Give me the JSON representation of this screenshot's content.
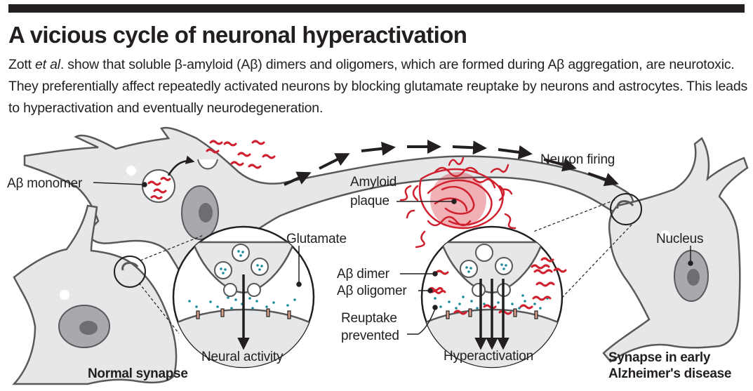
{
  "figure": {
    "title": "A vicious cycle of neuronal hyperactivation",
    "caption": {
      "author": "Zott",
      "author_suffix": "et al",
      "text": ". show that soluble β-amyloid (Aβ) dimers and oligomers, which are formed during Aβ aggregation, are neurotoxic. They preferentially affect repeatedly activated neurons by blocking glutamate reuptake by neurons and astrocytes. This leads to hyperactivation and eventually neurodegeneration."
    }
  },
  "labels": {
    "ab_monomer": "Aβ monomer",
    "amyloid_plaque_line1": "Amyloid",
    "amyloid_plaque_line2": "plaque",
    "neuron_firing": "Neuron firing",
    "glutamate": "Glutamate",
    "nucleus": "Nucleus",
    "ab_dimer": "Aβ dimer",
    "ab_oligomer": "Aβ oligomer",
    "reuptake_line1": "Reuptake",
    "reuptake_line2": "prevented",
    "neural_activity": "Neural activity",
    "hyperactivation": "Hyperactivation",
    "normal_synapse": "Normal synapse",
    "early_ad_line1": "Synapse in early",
    "early_ad_line2": "Alzheimer's disease"
  },
  "colors": {
    "neuron_fill": "#e6e7e8",
    "outline": "#58595b",
    "nucleus_fill": "#a7a9ac",
    "nucleolus_fill": "#6d6e71",
    "amyloid_red": "#d0202e",
    "amyloid_dark": "#9e1b22",
    "glutamate_teal": "#1a8a9a",
    "receptor_fill": "#d9a08a",
    "text": "#231f20"
  }
}
